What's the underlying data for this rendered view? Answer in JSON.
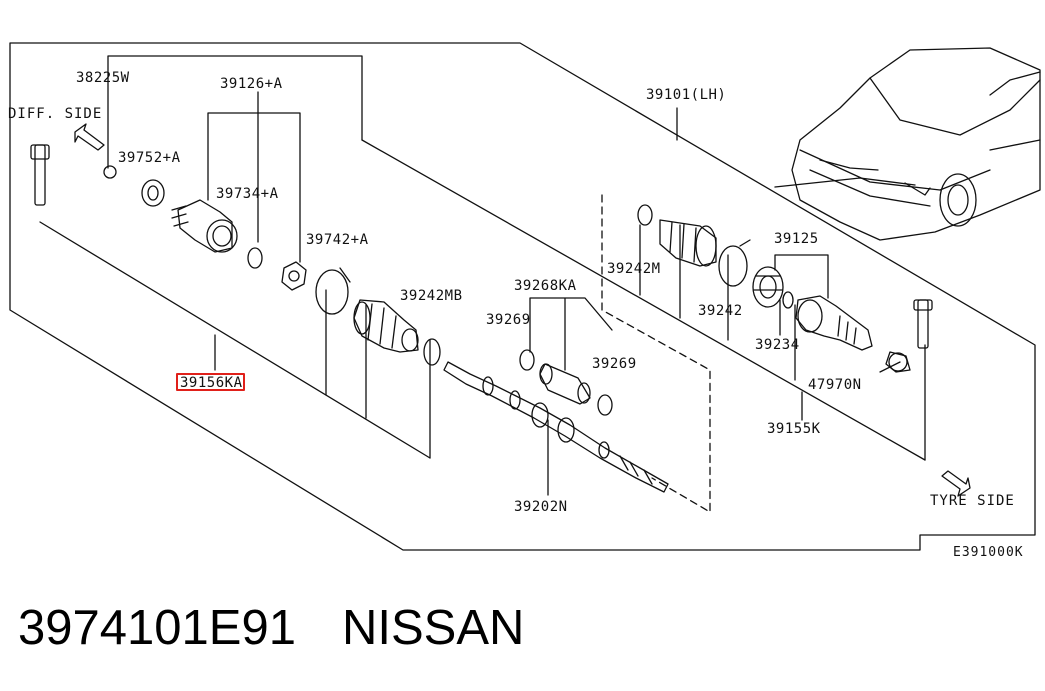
{
  "diagram": {
    "reference_code": "E391000K",
    "side_labels": {
      "diff": "DIFF. SIDE",
      "tyre": "TYRE SIDE"
    },
    "highlight_color": "#e0201a",
    "labels": {
      "p38225W": "38225W",
      "p39126A": "39126+A",
      "p39752A": "39752+A",
      "p39734A": "39734+A",
      "p39742A": "39742+A",
      "p39242MB": "39242MB",
      "p39268KA": "39268KA",
      "p39269a": "39269",
      "p39269b": "39269",
      "p39156KA": "39156KA",
      "p39202N": "39202N",
      "p39101LH": "39101(LH)",
      "p39242M": "39242M",
      "p39242": "39242",
      "p39125": "39125",
      "p39234": "39234",
      "p47970N": "47970N",
      "p39155K": "39155K"
    }
  },
  "footer": {
    "part_number": "3974101E91",
    "brand": "NISSAN"
  }
}
